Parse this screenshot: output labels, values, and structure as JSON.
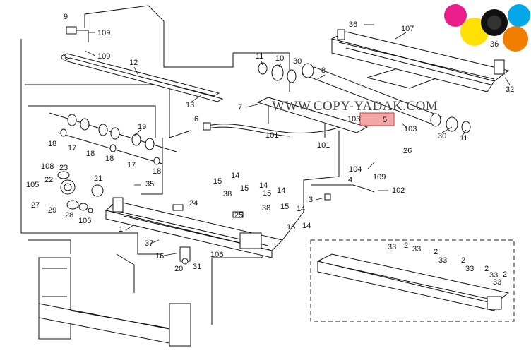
{
  "watermark": "WWW.COPY-YADAK.COM",
  "highlight_label": "5",
  "logo": {
    "colors": [
      "#e91e8c",
      "#00a8e8",
      "#ffe000",
      "#111111",
      "#f07d00"
    ]
  },
  "labels": {
    "l9": "9",
    "l109a": "109",
    "l109b": "109",
    "l12": "12",
    "l13": "13",
    "l11a": "11",
    "l10": "10",
    "l30a": "30",
    "l8": "8",
    "l36a": "36",
    "l107": "107",
    "l36b": "36",
    "l32": "32",
    "l7": "7",
    "l6": "6",
    "l101a": "101",
    "l103a": "103",
    "l103b": "103",
    "l30b": "30",
    "l11b": "11",
    "l101b": "101",
    "l26": "26",
    "l104": "104",
    "l109c": "109",
    "l4": "4",
    "l102": "102",
    "l3": "3",
    "l19": "19",
    "l18a": "18",
    "l17a": "17",
    "l18b": "18",
    "l17b": "17",
    "l18c": "18",
    "l18d": "18",
    "l108": "108",
    "l23": "23",
    "l22": "22",
    "l21": "21",
    "l35": "35",
    "l105": "105",
    "l27": "27",
    "l29": "29",
    "l28": "28",
    "l106a": "106",
    "l15a": "15",
    "l14a": "14",
    "l38a": "38",
    "l15b": "15",
    "l14b": "14",
    "l15c": "15",
    "l14c": "14",
    "l24": "24",
    "l25": "25",
    "l38b": "38",
    "l15d": "15",
    "l14d": "14",
    "l15e": "15",
    "l14e": "14",
    "l1": "1",
    "l37": "37",
    "l16": "16",
    "l106b": "106",
    "l20": "20",
    "l31": "31",
    "l33a": "33",
    "l2a": "2",
    "l33b": "33",
    "l2b": "2",
    "l33c": "33",
    "l2c": "2",
    "l33d": "33",
    "l2d": "2",
    "l33e": "33",
    "l2e": "2",
    "l33f": "33"
  }
}
